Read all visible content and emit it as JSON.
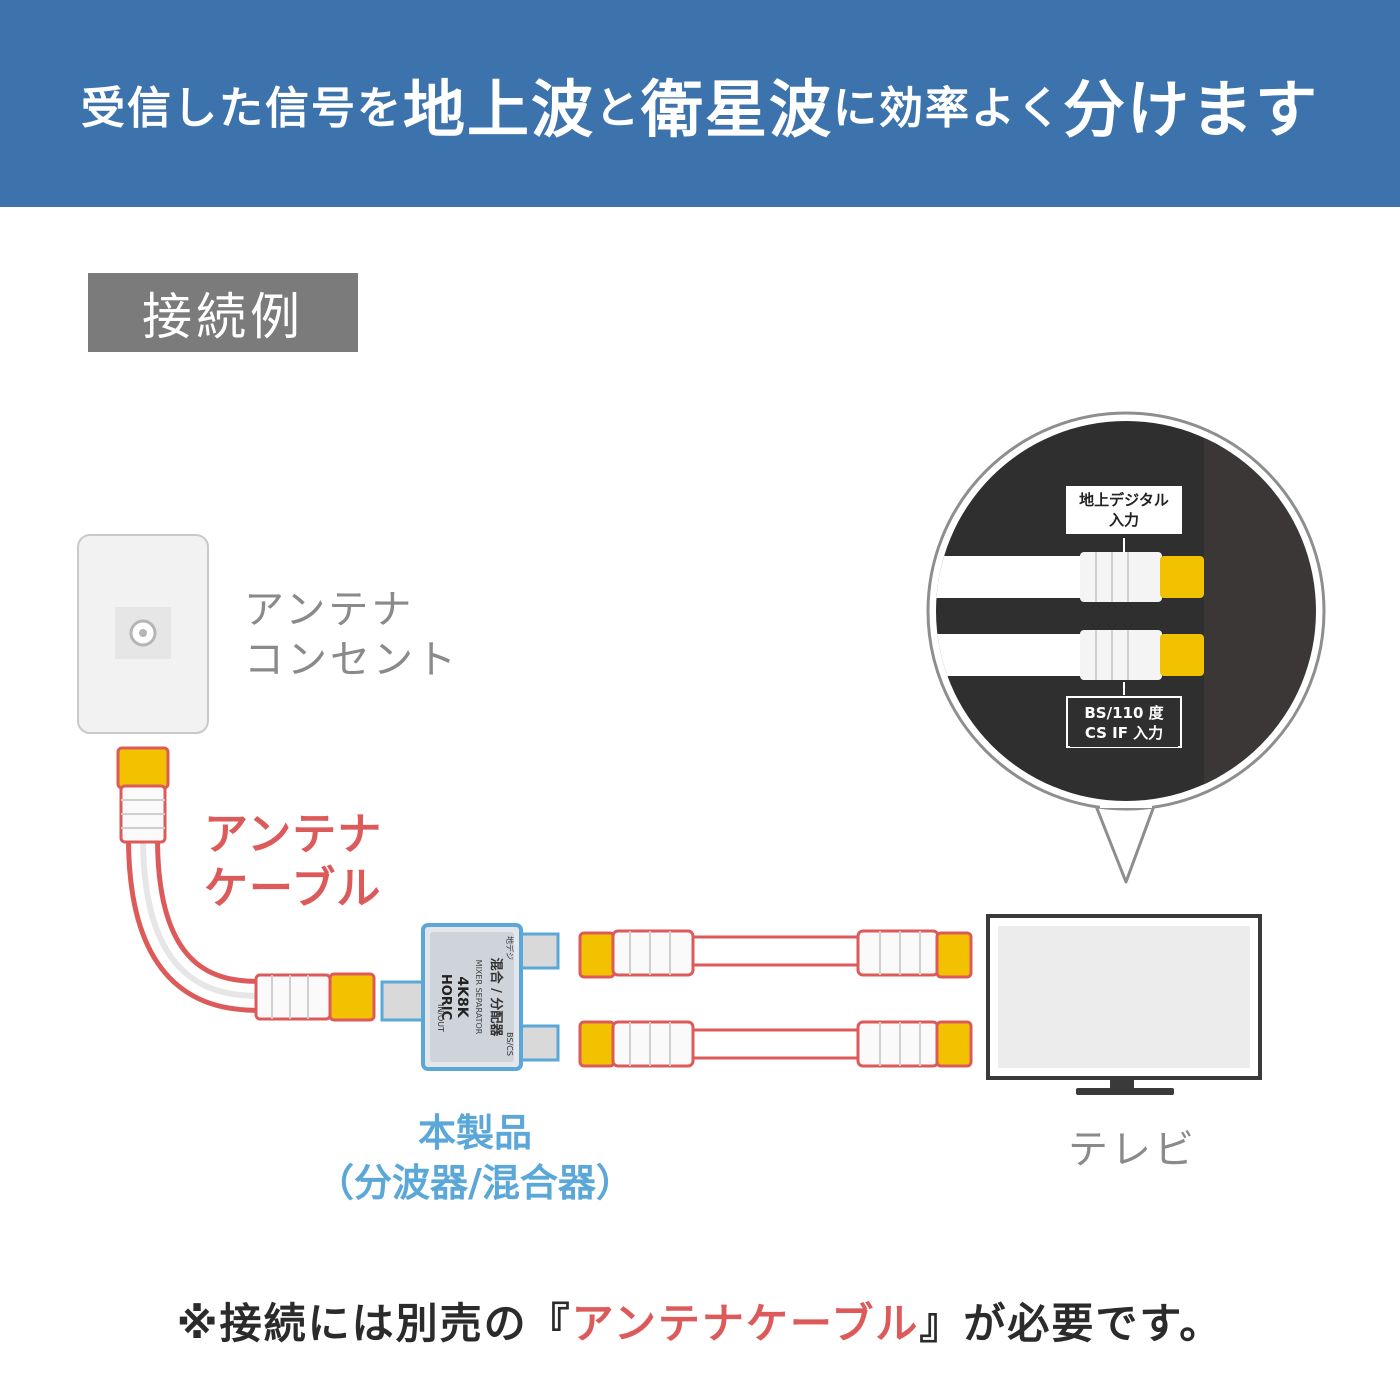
{
  "header": {
    "parts": [
      {
        "text": "受信した信号を",
        "size": "s"
      },
      {
        "text": "地上波",
        "size": "l"
      },
      {
        "text": "と",
        "size": "s"
      },
      {
        "text": "衛星波",
        "size": "l"
      },
      {
        "text": "に効率よく",
        "size": "s"
      },
      {
        "text": "分けます",
        "size": "l"
      }
    ],
    "background": "#3c73ac"
  },
  "section_tag": "接続例",
  "labels": {
    "antenna_outlet": "アンテナ\nコンセント",
    "antenna_cable": "アンテナ\nケーブル",
    "product": "本製品\n（分波器/混合器）",
    "tv": "テレビ"
  },
  "zoom": {
    "terrestrial_input": "地上デジタル\n入力",
    "satellite_input": "BS/110 度\nCS IF 入力"
  },
  "device": {
    "brand": "HORIC",
    "badge": "4K8K",
    "name": "混合 / 分配器",
    "sub": "MIXER SEPARATOR",
    "port_in": "IN/OUT",
    "port_uhf": "地デジ",
    "port_bs": "BS/CS"
  },
  "footer": {
    "prefix": "※接続には別売の『",
    "highlight": "アンテナケーブル",
    "suffix": "』が必要です。"
  },
  "colors": {
    "accent_red": "#dd5a5a",
    "accent_blue": "#5aa7d8",
    "connector_gold": "#f2c200"
  }
}
